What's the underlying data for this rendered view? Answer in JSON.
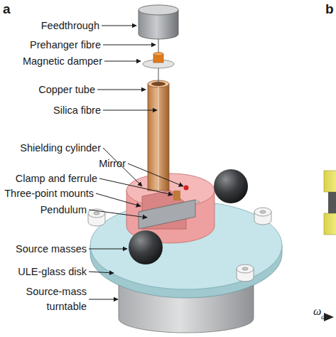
{
  "diagram": {
    "labels": [
      "a",
      "Feedthrough",
      "Prehanger fibre",
      "Magnetic damper",
      "Copper tube",
      "Silica fibre",
      "Shielding cylinder",
      "Mirror",
      "Clamp and ferrule",
      "Three-point mounts",
      "Pendulum",
      "Source masses",
      "ULE-glass disk",
      "Source-mass turntable",
      "b",
      "ω",
      "a"
    ]
  }
}
